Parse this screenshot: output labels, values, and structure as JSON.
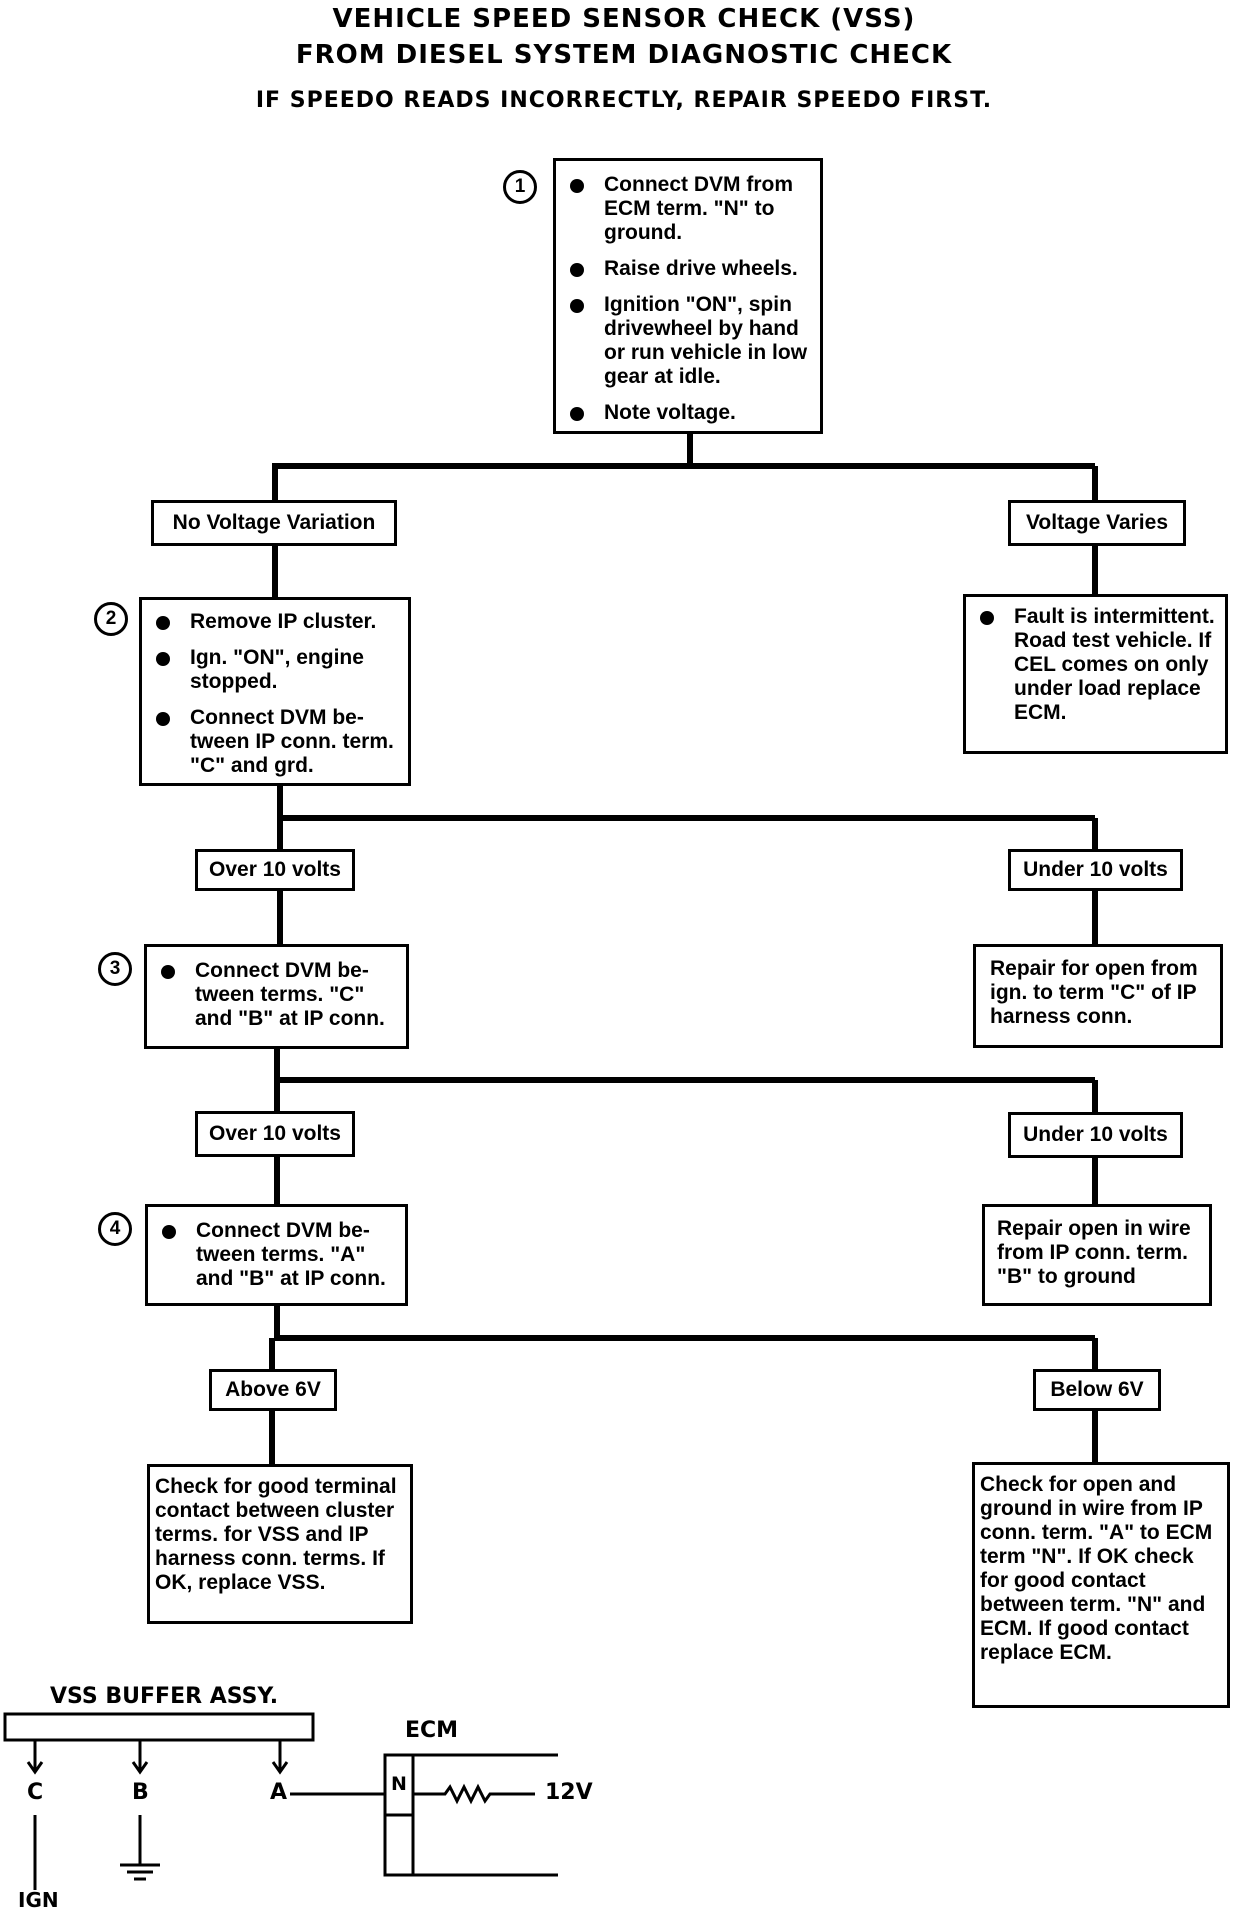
{
  "header": {
    "title_line1": "VEHICLE SPEED SENSOR CHECK (VSS)",
    "title_line2": "FROM DIESEL SYSTEM DIAGNOSTIC CHECK",
    "subtitle": "IF SPEEDO READS INCORRECTLY, REPAIR SPEEDO FIRST."
  },
  "steps": {
    "step1": {
      "number": "1",
      "bullets": [
        "Connect DVM from ECM term. \"N\" to ground.",
        "Raise drive wheels.",
        "Ignition \"ON\", spin drivewheel by hand or run vehicle in low gear at idle.",
        "Note voltage."
      ]
    },
    "step2": {
      "number": "2",
      "bullets": [
        "Remove IP cluster.",
        "Ign. \"ON\", engine stopped.",
        "Connect DVM be-tween IP conn. term. \"C\" and grd."
      ]
    },
    "step3": {
      "number": "3",
      "bullets": [
        "Connect DVM be-tween terms. \"C\" and \"B\" at IP conn."
      ]
    },
    "step4": {
      "number": "4",
      "bullets": [
        "Connect DVM be-tween terms. \"A\" and \"B\" at IP conn."
      ]
    }
  },
  "branches": {
    "no_voltage_variation": "No Voltage Variation",
    "voltage_varies": "Voltage Varies",
    "over_10_volts_a": "Over 10 volts",
    "under_10_volts_a": "Under 10 volts",
    "over_10_volts_b": "Over 10 volts",
    "under_10_volts_b": "Under 10 volts",
    "above_6v": "Above 6V",
    "below_6v": "Below 6V"
  },
  "results": {
    "intermittent": "Fault is intermittent. Road test vehicle. If CEL comes on only under load replace ECM.",
    "repair_open_ign": "Repair for open from ign. to term \"C\" of IP harness conn.",
    "repair_open_wire": "Repair open in wire from IP conn. term. \"B\" to ground",
    "check_terminal": "Check for good terminal contact between cluster terms. for VSS and IP harness conn. terms. If OK, replace VSS.",
    "check_open_ground": "Check for open and ground in wire from IP conn. term. \"A\" to ECM term \"N\". If OK check for good contact between term. \"N\" and ECM. If good contact replace ECM."
  },
  "schematic": {
    "buffer_label": "VSS BUFFER ASSY.",
    "ecm_label": "ECM",
    "pin_c": "C",
    "pin_b": "B",
    "pin_a": "A",
    "ecm_pin_n": "N",
    "voltage": "12V",
    "ign": "IGN"
  }
}
